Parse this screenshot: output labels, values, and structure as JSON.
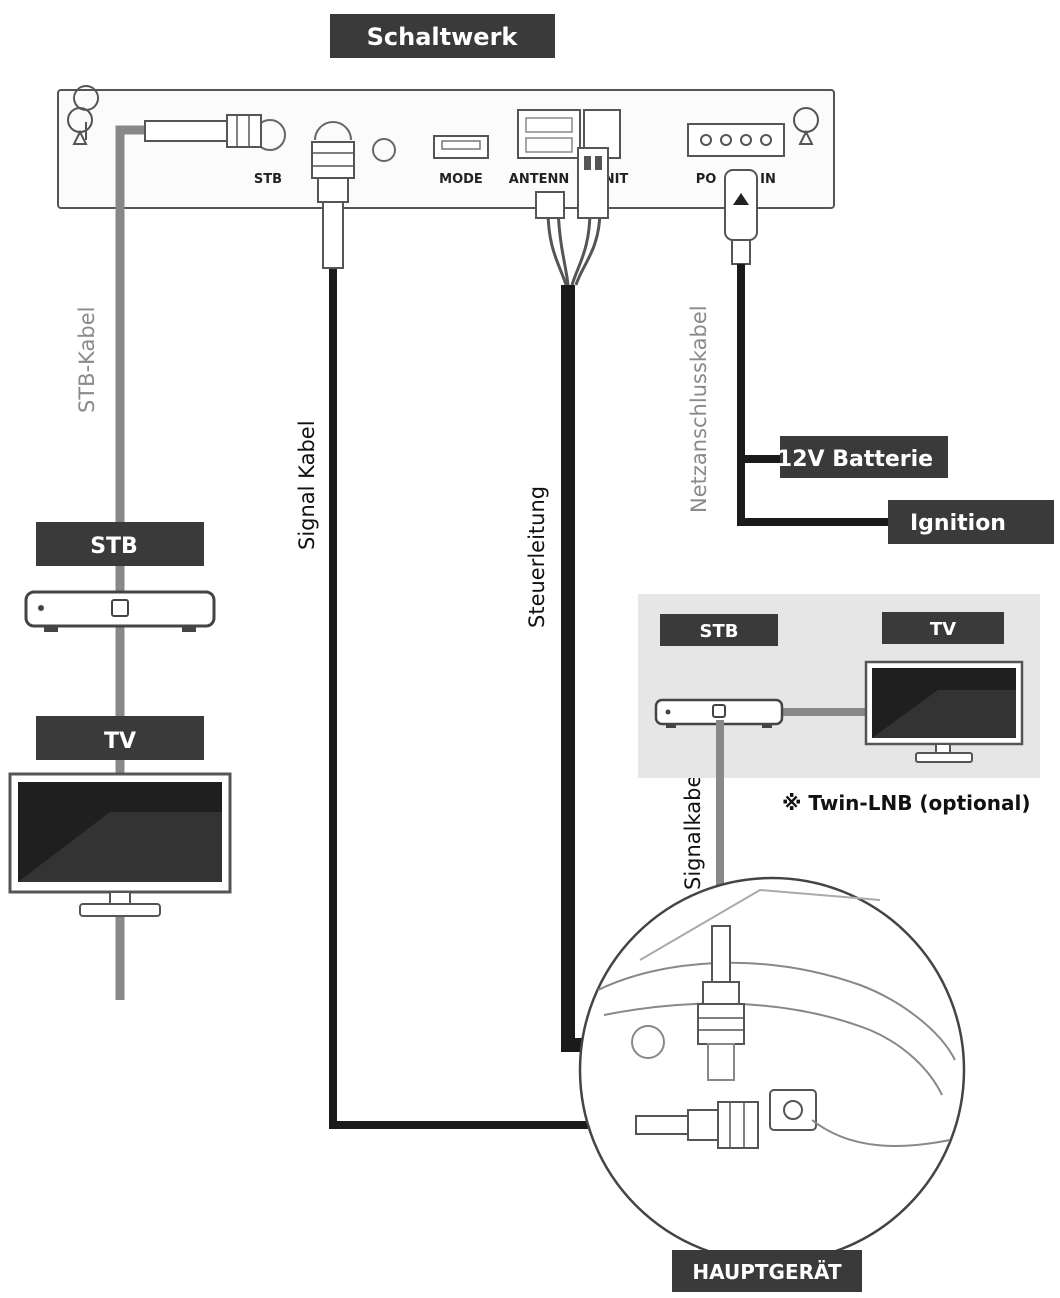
{
  "labels": {
    "schaltwerk": "Schaltwerk",
    "stb_box": "STB",
    "tv_box": "TV",
    "inset_stb": "STB",
    "inset_tv": "TV",
    "battery": "12V Batterie",
    "ignition": "Ignition",
    "hauptgeraet": "HAUPTGERÄT",
    "twin_note": "※ Twin-LNB (optional)"
  },
  "ports": {
    "stb": "STB",
    "mode": "MODE",
    "antenna": "ANTENN",
    "unit": "NIT",
    "power_a": "PO",
    "power_b": "IN"
  },
  "cables": {
    "stb_cable": "STB-Kabel",
    "signal_cable": "Signal Kabel",
    "control_cable": "Steuerleitung",
    "power_cable": "Netzanschlusskabel",
    "signal_cable_2": "Signalkabel"
  },
  "colors": {
    "label_bg": "#3a3a3a",
    "cable_black": "#1a1a1a",
    "cable_grey": "#888888",
    "inset_bg": "#e6e6e6"
  }
}
